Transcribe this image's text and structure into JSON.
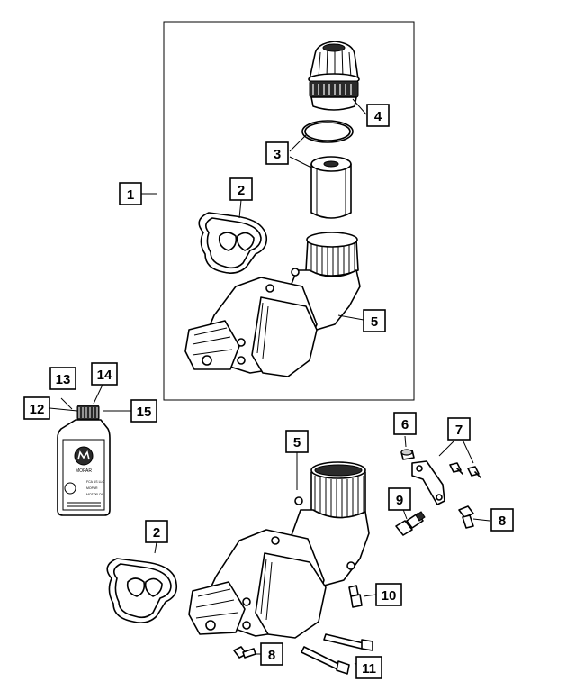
{
  "callouts": {
    "c1": "1",
    "c2a": "2",
    "c2b": "2",
    "c3": "3",
    "c4": "4",
    "c5a": "5",
    "c5b": "5",
    "c6": "6",
    "c7": "7",
    "c8a": "8",
    "c8b": "8",
    "c9": "9",
    "c10": "10",
    "c11": "11",
    "c12": "12",
    "c13": "13",
    "c14": "14",
    "c15": "15"
  },
  "bottle_label": {
    "brand": "MOPAR",
    "maker": "FCA US LLC",
    "product_line1": "MOPAR",
    "product_line2": "MOTOR OIL"
  }
}
